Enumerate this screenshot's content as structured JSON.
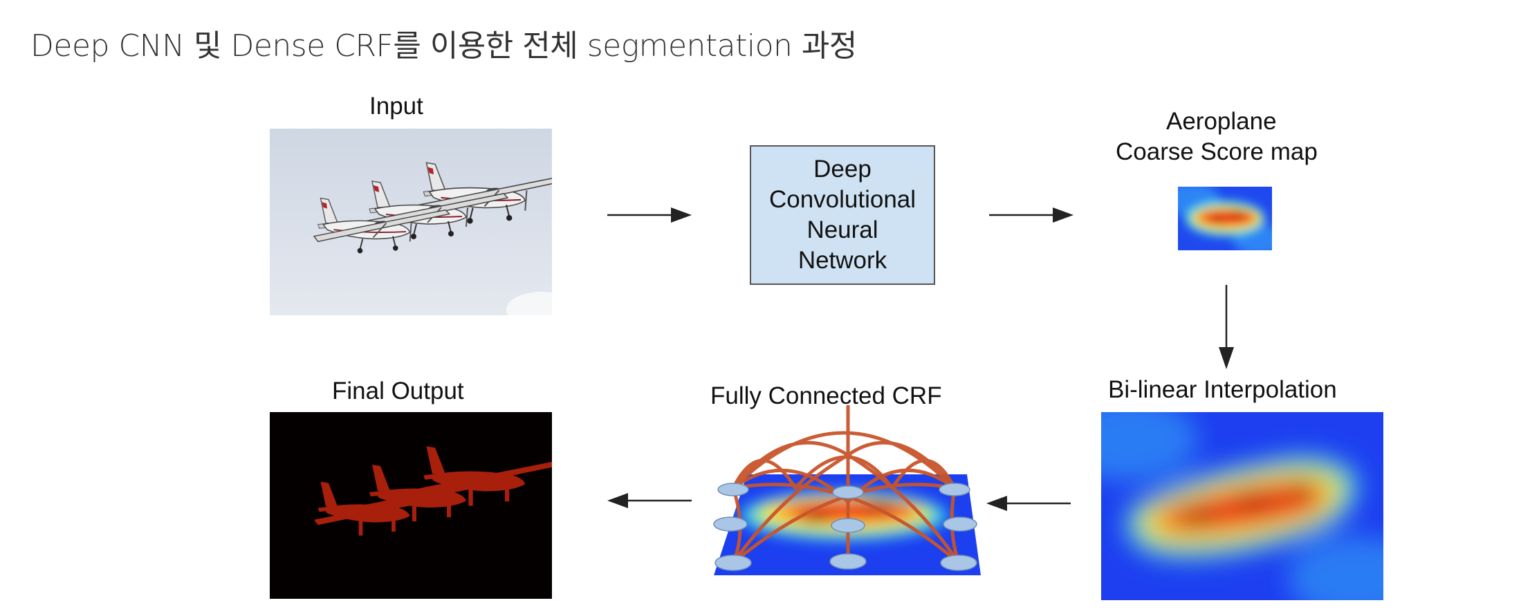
{
  "title": "Deep CNN 및 Dense CRF를 이용한 전체 segmentation 과정",
  "nodes": {
    "input": {
      "label": "Input"
    },
    "dcnn": {
      "lines": [
        "Deep",
        "Convolutional",
        "Neural",
        "Network"
      ]
    },
    "score_map": {
      "lines": [
        "Aeroplane",
        "Coarse Score map"
      ]
    },
    "bilinear": {
      "label": "Bi-linear Interpolation"
    },
    "crf": {
      "label": "Fully Connected CRF"
    },
    "final": {
      "label": "Final Output"
    }
  },
  "colors": {
    "dcnn_fill": "#cfe2f3",
    "crf_arcs": "#c8552b",
    "final_bg": "#050000",
    "plane_mask": "#a8200c"
  }
}
